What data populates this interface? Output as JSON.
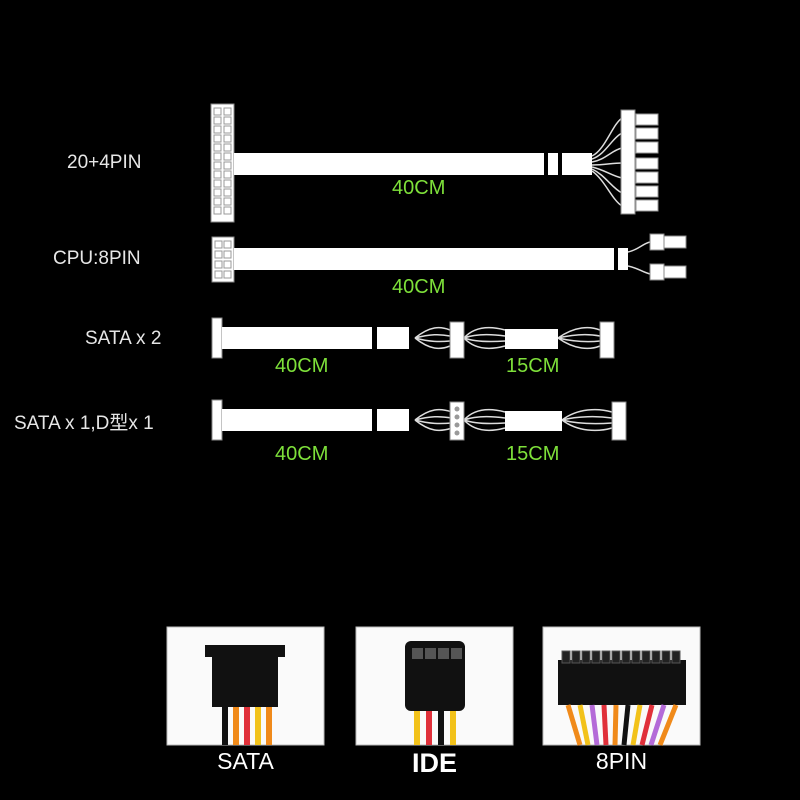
{
  "cables": [
    {
      "label": "20+4PIN",
      "lengths": [
        "40CM"
      ]
    },
    {
      "label": "CPU:8PIN",
      "lengths": [
        "40CM"
      ]
    },
    {
      "label": "SATA x 2",
      "lengths": [
        "40CM",
        "15CM"
      ]
    },
    {
      "label": "SATA x 1,D型x 1",
      "lengths": [
        "40CM",
        "15CM"
      ]
    }
  ],
  "connectors": [
    {
      "label": "SATA"
    },
    {
      "label": "IDE"
    },
    {
      "label": "8PIN"
    }
  ],
  "colors": {
    "background": "#000000",
    "cable": "#ffffff",
    "length_text": "#7ee03a",
    "label_text": "#e6e6e6",
    "wire_yellow": "#f2c21a",
    "wire_orange": "#f08a1a",
    "wire_red": "#e0303a",
    "wire_black": "#111111",
    "wire_purple": "#b46ad8"
  },
  "icons": [
    "atx-24pin-connector-icon",
    "cpu-8pin-connector-icon",
    "sata-connector-icon",
    "molex-ide-connector-icon"
  ]
}
